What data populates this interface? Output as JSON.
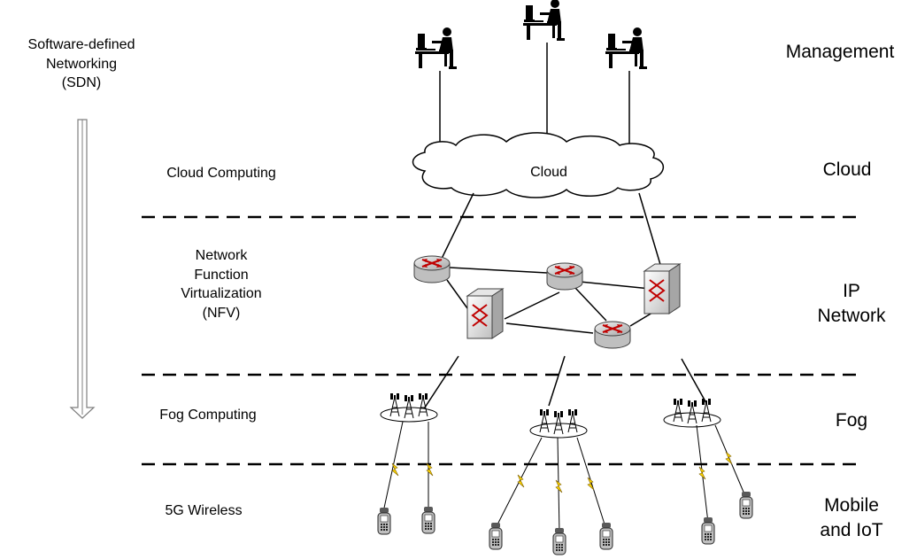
{
  "sdn_label": "Software-defined\nNetworking\n(SDN)",
  "layers_left": {
    "cloud": "Cloud Computing",
    "ip": "Network\nFunction\nVirtualization\n(NFV)",
    "fog": "Fog Computing",
    "mobile": "5G Wireless"
  },
  "layers_right": {
    "management": "Management",
    "cloud": "Cloud",
    "ip": "IP\nNetwork",
    "fog": "Fog",
    "mobile": "Mobile\nand IoT"
  },
  "cloud_label": "Cloud",
  "colors": {
    "router_fill": "#d9d9d9",
    "arrow_red": "#c00000",
    "lightning": "#ffd700"
  }
}
